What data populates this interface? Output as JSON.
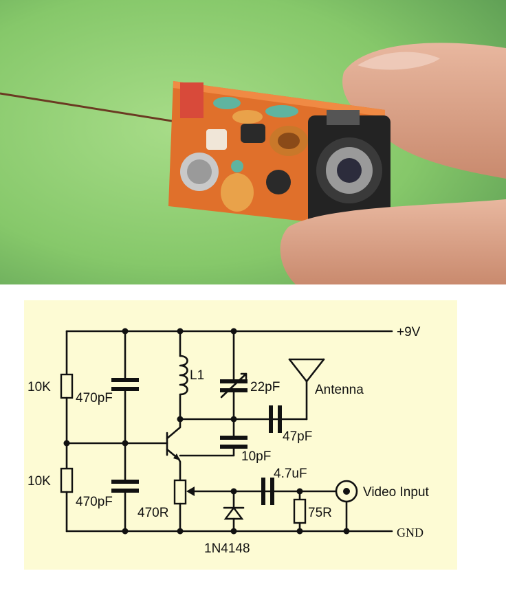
{
  "colors": {
    "panel_background": "#fdfbd4",
    "wire": "#111111",
    "pcb": "#e0702b",
    "background_green": "#8fcf73"
  },
  "schematic": {
    "labels": {
      "vcc": "+9V",
      "gnd": "GND",
      "r_top": "10K",
      "r_bottom": "10K",
      "c_top": "470pF",
      "c_bottom": "470pF",
      "inductor": "L1",
      "c_tuning": "22pF",
      "antenna": "Antenna",
      "c_antenna": "47pF",
      "c_feedback": "10pF",
      "c_input": "4.7uF",
      "pot": "470R",
      "r_termination": "75R",
      "video_input": "Video Input",
      "diode": "1N4148"
    }
  }
}
